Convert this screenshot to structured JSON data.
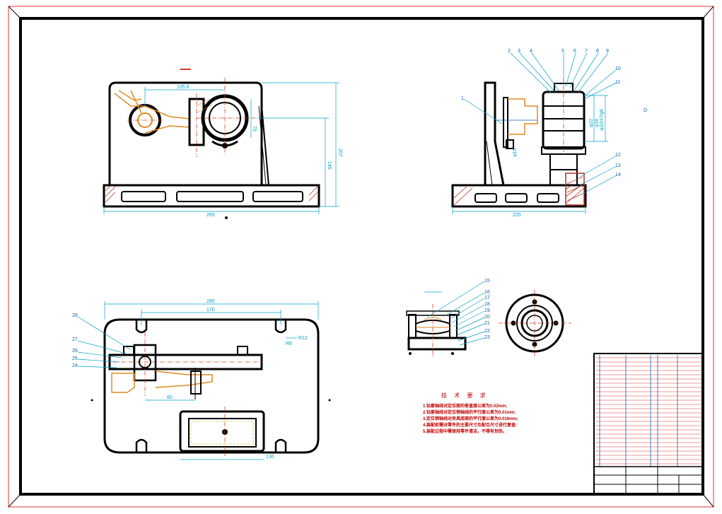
{
  "drawing": {
    "colors": {
      "outline": "#000000",
      "dimension": "#00a0c8",
      "centerline": "#d04020",
      "part": "#e08a20",
      "hatch": "#b03020",
      "frame": "#e03030",
      "title_block": "#1a60b0"
    }
  },
  "front_view": {
    "dimensions": {
      "top": "135.6",
      "bottom": "265",
      "height_total": "207",
      "height_inner": "145",
      "side": "78"
    }
  },
  "side_view": {
    "dimensions": {
      "bottom": "220",
      "bore": "φ22",
      "fit": "φ22H7/g6",
      "small": "φ16",
      "small2": "φ16"
    },
    "balloons": [
      "2",
      "3",
      "4",
      "5",
      "6",
      "7",
      "8",
      "9",
      "10",
      "11",
      "12",
      "13",
      "14"
    ],
    "left_balloon": "1",
    "marker": "D"
  },
  "plan_view": {
    "dimensions": {
      "overall": "280",
      "inner": "170",
      "fillet": "R12",
      "fillet2": "R6",
      "bottom": "130",
      "offset": "60"
    },
    "balloons": [
      "28",
      "27",
      "26",
      "25",
      "24"
    ]
  },
  "detail_view": {
    "balloons": [
      "15",
      "16",
      "17",
      "18",
      "19",
      "20",
      "21",
      "22",
      "23"
    ]
  },
  "tech_requirements": {
    "title": "技 术 要 求",
    "lines": [
      "1.钻套轴线对定位面的垂直度公差为0.02mm;",
      "2.钻套轴线对定位销轴线的平行度公差为0.01mm;",
      "3.定位销轴线对夹具底面的平行度公差为0.016mm;",
      "4.装配前需对零件的主要尺寸及配合尺寸进行复查;",
      "5.装配过程中需保持零件清洁，不得有划伤。"
    ]
  }
}
